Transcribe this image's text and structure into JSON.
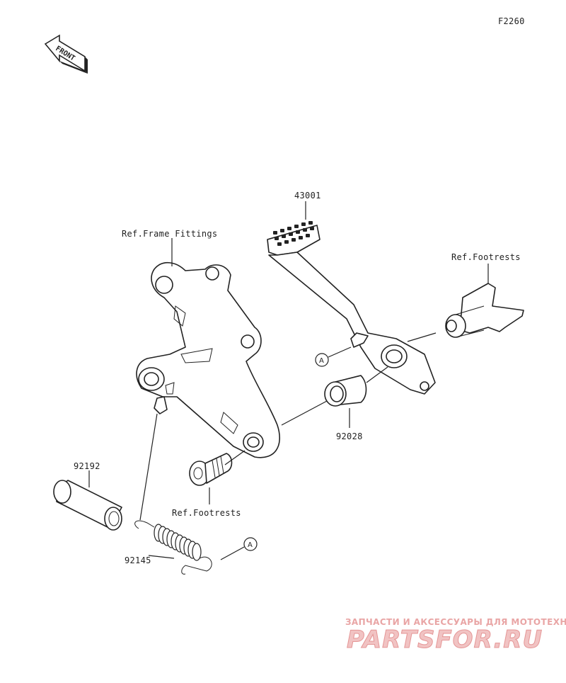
{
  "diagram_code": "F2260",
  "front_marker": "FRONT",
  "labels": {
    "pedal": "43001",
    "frame_ref": "Ref.Frame Fittings",
    "footrest_ref_right": "Ref.Footrests",
    "footrest_ref_bottom": "Ref.Footrests",
    "bushing": "92028",
    "collar": "92192",
    "spring": "92145",
    "callout_a_upper": "A",
    "callout_a_lower": "A"
  },
  "watermark": {
    "top": "ЗАПЧАСТИ И АКСЕССУАРЫ ДЛЯ МОТОТЕХНИКИ",
    "brand": "PARTSFOR.RU"
  }
}
